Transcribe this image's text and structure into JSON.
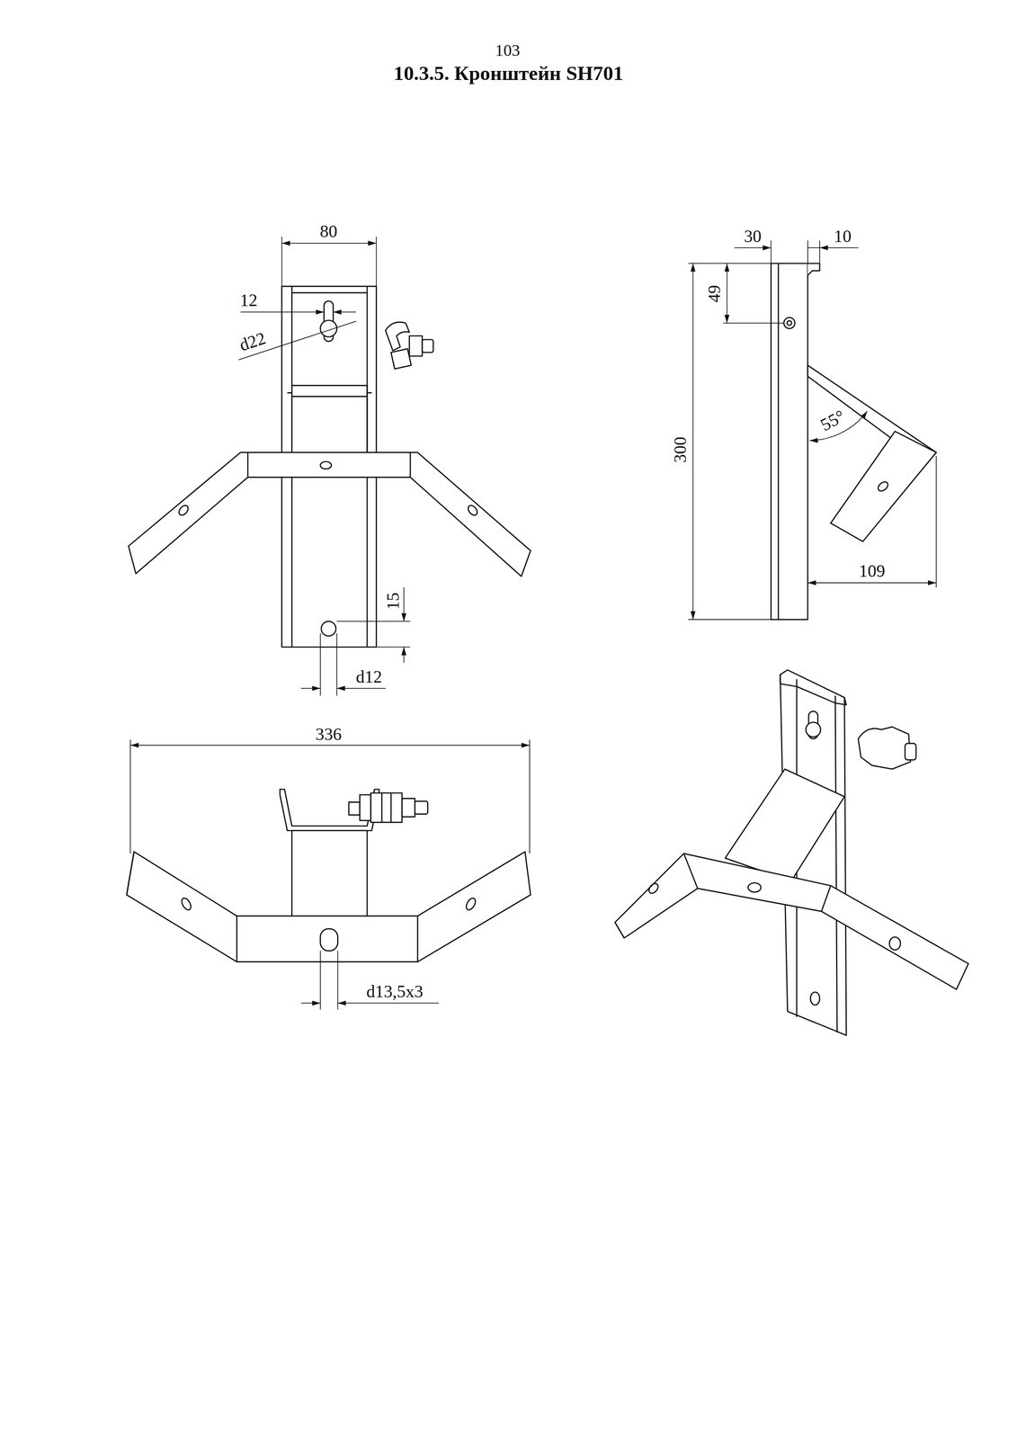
{
  "diagram": {
    "title": "10.3.5. Кронштейн SH701",
    "labels": [
      "103",
      "80",
      "12",
      "d22",
      "15",
      "d12",
      "336",
      "d13,5x3",
      "30",
      "10",
      "49",
      "300",
      "55°",
      "109"
    ]
  }
}
